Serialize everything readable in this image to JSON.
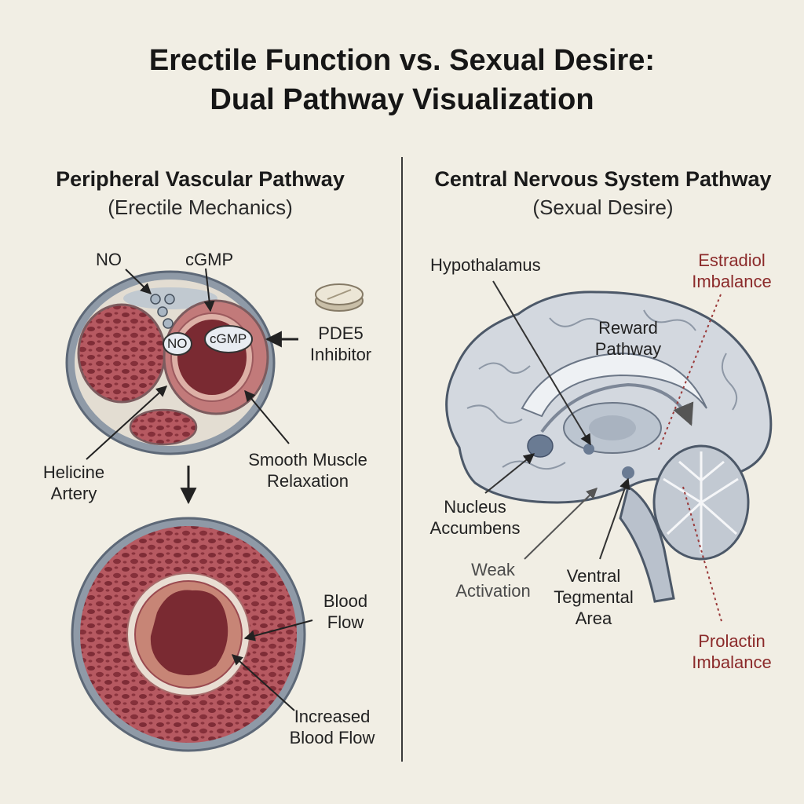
{
  "title": {
    "line1": "Erectile Function vs. Sexual Desire:",
    "line2": "Dual Pathway Visualization"
  },
  "left": {
    "heading": "Peripheral Vascular Pathway",
    "subheading": "(Erectile Mechanics)",
    "labels": {
      "no": "NO",
      "cgmp": "cGMP",
      "no_bubble": "NO",
      "cgmp_bubble": "cGMP",
      "pde5_line1": "PDE5",
      "pde5_line2": "Inhibitor",
      "helicine_line1": "Helicine",
      "helicine_line2": "Artery",
      "smooth_line1": "Smooth Muscle",
      "smooth_line2": "Relaxation",
      "blood_line1": "Blood",
      "blood_line2": "Flow",
      "increased_line1": "Increased",
      "increased_line2": "Blood Flow"
    }
  },
  "right": {
    "heading": "Central Nervous System Pathway",
    "subheading": "(Sexual Desire)",
    "labels": {
      "hypothalamus": "Hypothalamus",
      "reward_line1": "Reward",
      "reward_line2": "Pathway",
      "estradiol_line1": "Estradiol",
      "estradiol_line2": "Imbalance",
      "nucleus_line1": "Nucleus",
      "nucleus_line2": "Accumbens",
      "weak_line1": "Weak",
      "weak_line2": "Activation",
      "vta_line1": "Ventral",
      "vta_line2": "Tegmental",
      "vta_line3": "Area",
      "prolactin_line1": "Prolactin",
      "prolactin_line2": "Imbalance"
    }
  },
  "colors": {
    "background": "#f1eee4",
    "tissue": "#b4565e",
    "tissue_dark": "#8c3540",
    "lumen": "#7a2a32",
    "sheath": "#6f7b8b",
    "brain": "#d3d8df",
    "accent_red": "#8b2a2a"
  }
}
